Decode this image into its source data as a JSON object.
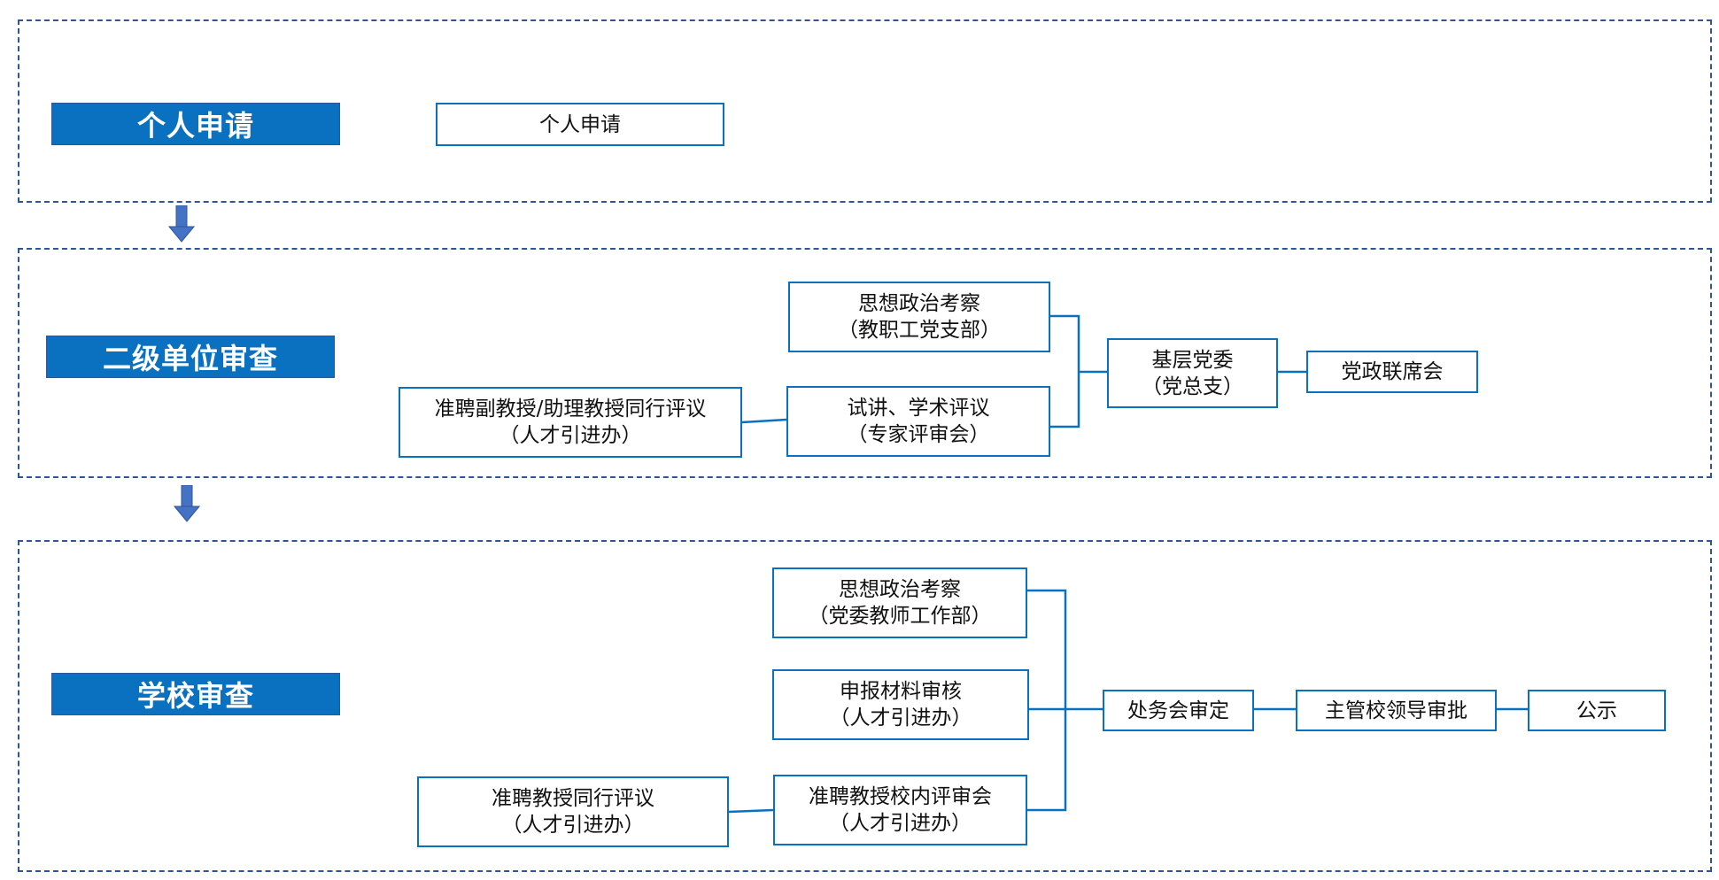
{
  "colors": {
    "stage_fill": "#0a70c0",
    "node_border": "#0a70c0",
    "connector": "#0a70c0",
    "section_border": "#2f5597",
    "arrow_fill": "#4472c4"
  },
  "stages": {
    "personal": {
      "label": "个人申请",
      "node_apply": "个人申请"
    },
    "secondary": {
      "label": "二级单位审查",
      "political": {
        "line1": "思想政治考察",
        "line2": "（教职工党支部）"
      },
      "peer_review": {
        "line1": "准聘副教授/助理教授同行评议",
        "line2": "（人才引进办）"
      },
      "lecture": {
        "line1": "试讲、学术评议",
        "line2": "（专家评审会）"
      },
      "party_committee": {
        "line1": "基层党委",
        "line2": "（党总支）"
      },
      "joint_meeting": "党政联席会"
    },
    "school": {
      "label": "学校审查",
      "political": {
        "line1": "思想政治考察",
        "line2": "（党委教师工作部）"
      },
      "materials": {
        "line1": "申报材料审核",
        "line2": "（人才引进办）"
      },
      "peer_review": {
        "line1": "准聘教授同行评议",
        "line2": "（人才引进办）"
      },
      "internal_review": {
        "line1": "准聘教授校内评审会",
        "line2": "（人才引进办）"
      },
      "office_meeting": "处务会审定",
      "leader_approval": "主管校领导审批",
      "publicity": "公示"
    }
  }
}
